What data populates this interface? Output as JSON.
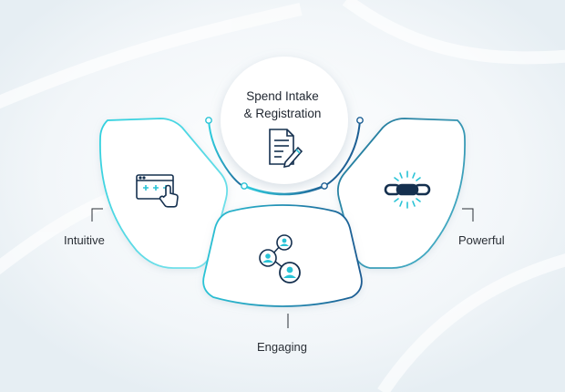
{
  "center": {
    "title_line1": "Spend Intake",
    "title_line2": "& Registration",
    "icon": "document-edit-icon"
  },
  "features": [
    {
      "label": "Intuitive",
      "icon": "click-card-icon",
      "accent": "#28c8d8"
    },
    {
      "label": "Engaging",
      "icon": "people-network-icon",
      "accent": "#1e5f96"
    },
    {
      "label": "Powerful",
      "icon": "chain-link-icon",
      "accent": "#1f6f8f"
    }
  ],
  "colors": {
    "dark_navy": "#15304f",
    "cyan": "#29c3d6",
    "teal": "#2a8fb0"
  }
}
